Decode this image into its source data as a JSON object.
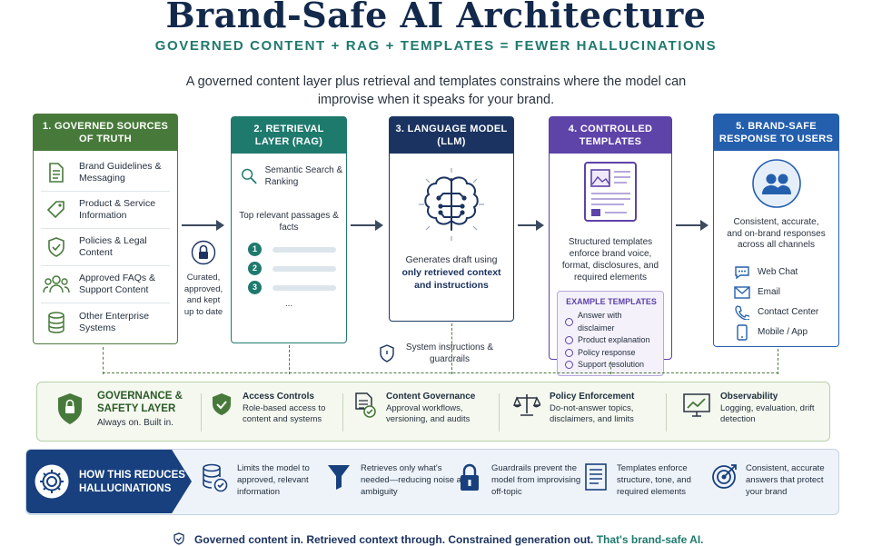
{
  "header": {
    "title": "Brand-Safe AI Architecture",
    "subtitle": "GOVERNED CONTENT + RAG + TEMPLATES = FEWER HALLUCINATIONS",
    "lead": "A governed content layer plus retrieval and templates constrains where the model can improvise when it speaks for your brand."
  },
  "stages": {
    "sources": {
      "title": "1. GOVERNED SOURCES OF TRUTH",
      "items": [
        {
          "label": "Brand Guidelines & Messaging",
          "icon": "document-icon"
        },
        {
          "label": "Product & Service Information",
          "icon": "tag-icon"
        },
        {
          "label": "Policies & Legal Content",
          "icon": "shield-check-icon"
        },
        {
          "label": "Approved FAQs & Support Content",
          "icon": "people-icon"
        },
        {
          "label": "Other Enterprise Systems",
          "icon": "database-icon"
        }
      ]
    },
    "curated_note": "Curated, approved, and kept up to date",
    "retrieval": {
      "title": "2. RETRIEVAL LAYER (RAG)",
      "search_label": "Semantic Search & Ranking",
      "passages_label": "Top relevant passages & facts",
      "ranks": [
        "1",
        "2",
        "3"
      ],
      "more": "..."
    },
    "model": {
      "title": "3. LANGUAGE MODEL (LLM)",
      "desc_prefix": "Generates draft using",
      "desc_bold": "only retrieved context and instructions"
    },
    "system_note": "System instructions & guardrails",
    "templates": {
      "title": "4. CONTROLLED TEMPLATES",
      "desc": "Structured templates enforce brand voice, format, disclosures, and required elements",
      "example_heading": "EXAMPLE TEMPLATES",
      "examples": [
        "Answer with disclaimer",
        "Product explanation",
        "Policy response",
        "Support resolution"
      ]
    },
    "response": {
      "title": "5. BRAND-SAFE RESPONSE TO USERS",
      "desc": "Consistent, accurate, and on-brand responses across all channels",
      "channels": [
        {
          "label": "Web Chat",
          "icon": "chat-icon"
        },
        {
          "label": "Email",
          "icon": "email-icon"
        },
        {
          "label": "Contact Center",
          "icon": "phone-icon"
        },
        {
          "label": "Mobile / App",
          "icon": "mobile-icon"
        }
      ]
    }
  },
  "governance": {
    "title": "GOVERNANCE & SAFETY LAYER",
    "tagline": "Always on. Built in.",
    "items": [
      {
        "title": "Access Controls",
        "desc": "Role-based access to content and systems",
        "icon": "shield-check-icon"
      },
      {
        "title": "Content Governance",
        "desc": "Approval workflows, versioning, and audits",
        "icon": "document-check-icon"
      },
      {
        "title": "Policy Enforcement",
        "desc": "Do-not-answer topics, disclaimers, and limits",
        "icon": "scales-icon"
      },
      {
        "title": "Observability",
        "desc": "Logging, evaluation, drift detection",
        "icon": "monitor-chart-icon"
      }
    ]
  },
  "how": {
    "title": "HOW THIS REDUCES HALLUCINATIONS",
    "items": [
      {
        "desc": "Limits the model to approved, relevant information",
        "icon": "database-check-icon"
      },
      {
        "desc": "Retrieves only what's needed—reducing noise and ambiguity",
        "icon": "funnel-icon"
      },
      {
        "desc": "Guardrails prevent the model from improvising off-topic",
        "icon": "lock-icon"
      },
      {
        "desc": "Templates enforce structure, tone, and required elements",
        "icon": "template-icon"
      },
      {
        "desc": "Consistent, accurate answers that protect your brand",
        "icon": "target-icon"
      }
    ]
  },
  "footer": {
    "main": "Governed content in. Retrieved context through. Constrained generation out.",
    "highlight": "That's brand-safe AI."
  },
  "colors": {
    "navy": "#1b3360",
    "teal": "#1f7a6e",
    "green": "#477a3a",
    "purple": "#5e43a8",
    "blue": "#245fad"
  }
}
